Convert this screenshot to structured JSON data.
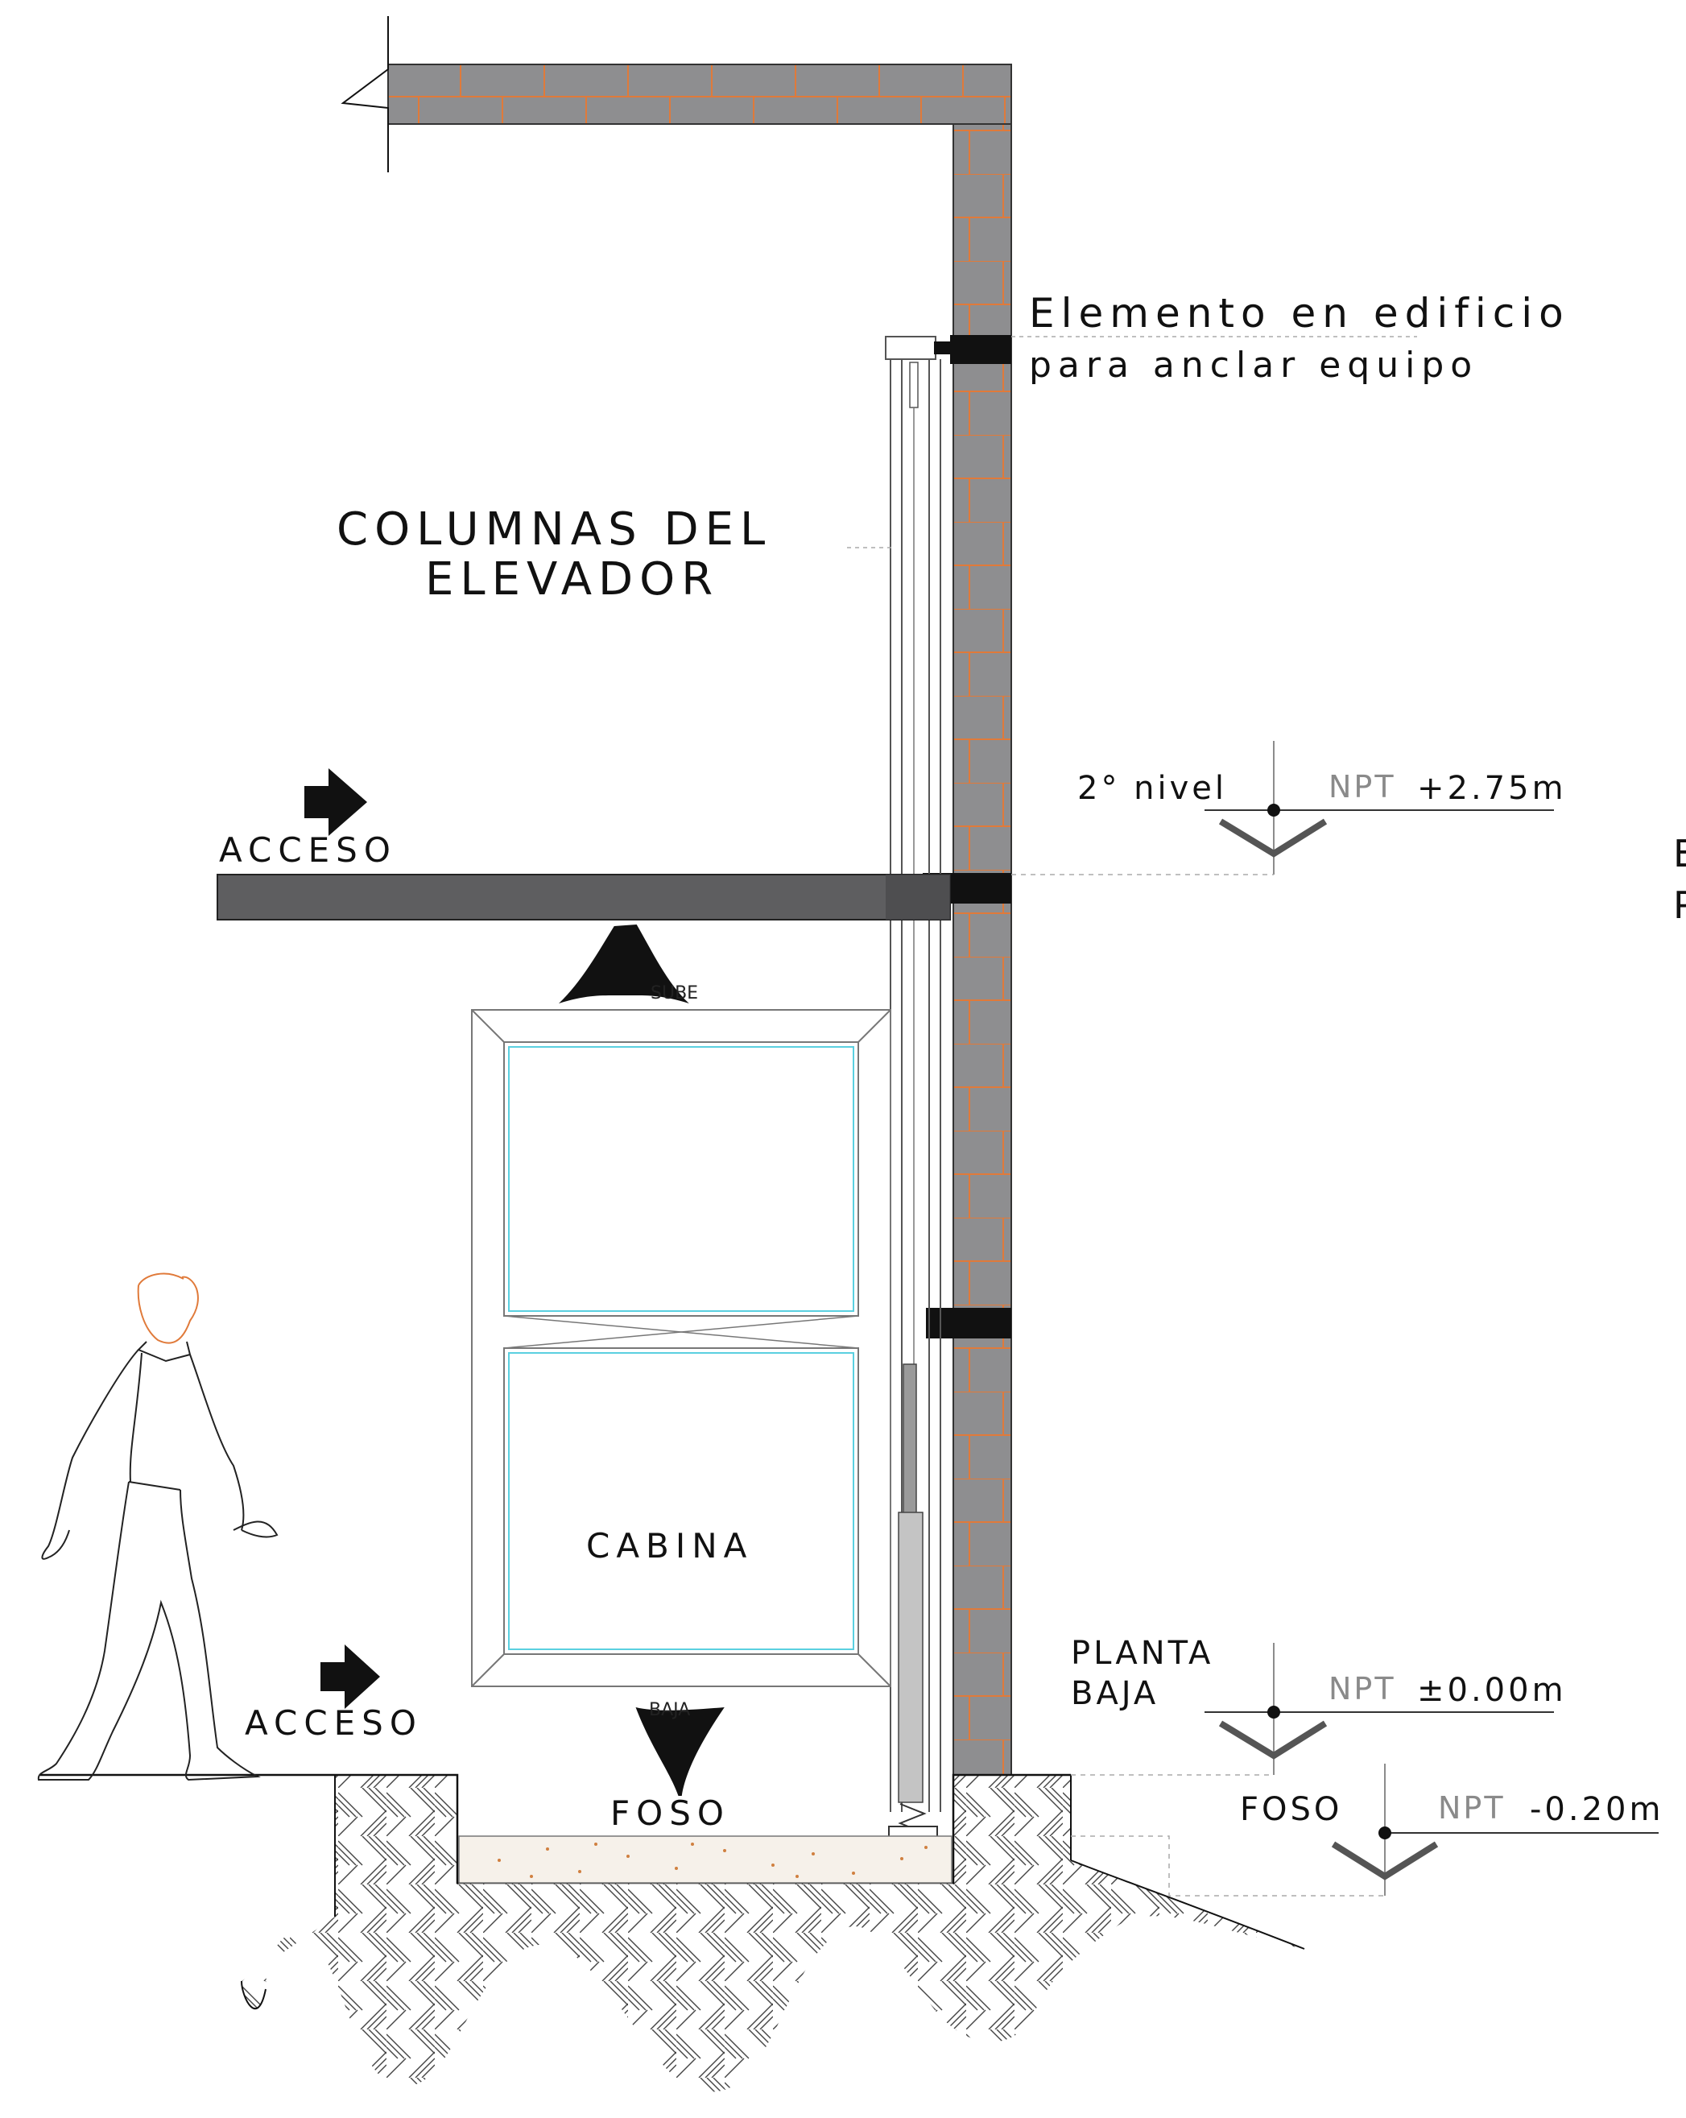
{
  "labels": {
    "anchor_line1": "Elemento en edificio",
    "anchor_line2": "para anclar equipo",
    "columns_line1": "COLUMNAS DEL",
    "columns_line2": "ELEVADOR",
    "access_upper": "ACCESO",
    "access_lower": "ACCESO",
    "cabin": "CABINA",
    "sube": "SUBE",
    "baja": "BAJA",
    "pit": "FOSO",
    "clipped_e": "E",
    "clipped_p": "P"
  },
  "levels": [
    {
      "name": "2° nivel",
      "npt_prefix": "NPT",
      "value": "+2.75m"
    },
    {
      "name_line1": "PLANTA",
      "name_line2": "BAJA",
      "npt_prefix": "NPT",
      "value": "±0.00m"
    },
    {
      "name": "FOSO",
      "npt_prefix": "NPT",
      "value": "-0.20m"
    }
  ],
  "colors": {
    "wall_fill": "#8e8e90",
    "brick_joint": "#e07a3a",
    "slab_fill": "#5e5e60",
    "anchor": "#111111",
    "glass": "#5ad0e0",
    "concrete_speck": "#d08040"
  }
}
